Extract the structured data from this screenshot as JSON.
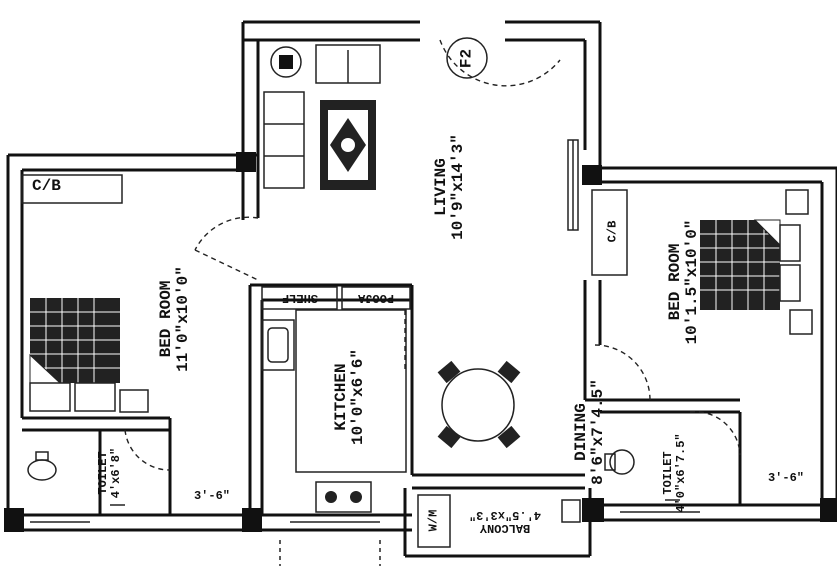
{
  "rooms": {
    "living": {
      "name": "LIVING",
      "size": "10'9\"x14'3\""
    },
    "bedroom_left": {
      "name": "BED ROOM",
      "size": "11'0\"x10'0\""
    },
    "bedroom_right": {
      "name": "BED ROOM",
      "size": "10'1.5\"x10'0\""
    },
    "kitchen": {
      "name": "KITCHEN",
      "size": "10'0\"x6'6\""
    },
    "dining": {
      "name": "DINING",
      "size": "8'6\"x7'4.5\""
    },
    "toilet_left": {
      "name": "TOILET",
      "size": "4'x6'8\""
    },
    "toilet_right": {
      "name": "TOILET",
      "size": "4'0\"x6'7.5\""
    },
    "balcony": {
      "name": "BALCONY",
      "size": "4'.5\"x3'3\""
    }
  },
  "labels": {
    "cb_left": "C/B",
    "cb_right": "C/B",
    "shelf": "SHELF",
    "pooja": "POOJA",
    "wm": "W/M",
    "f2": "F2",
    "ledge_left": "3'-6\"",
    "ledge_right": "3'-6\""
  },
  "colors": {
    "ink": "#111111",
    "paper": "#ffffff"
  }
}
